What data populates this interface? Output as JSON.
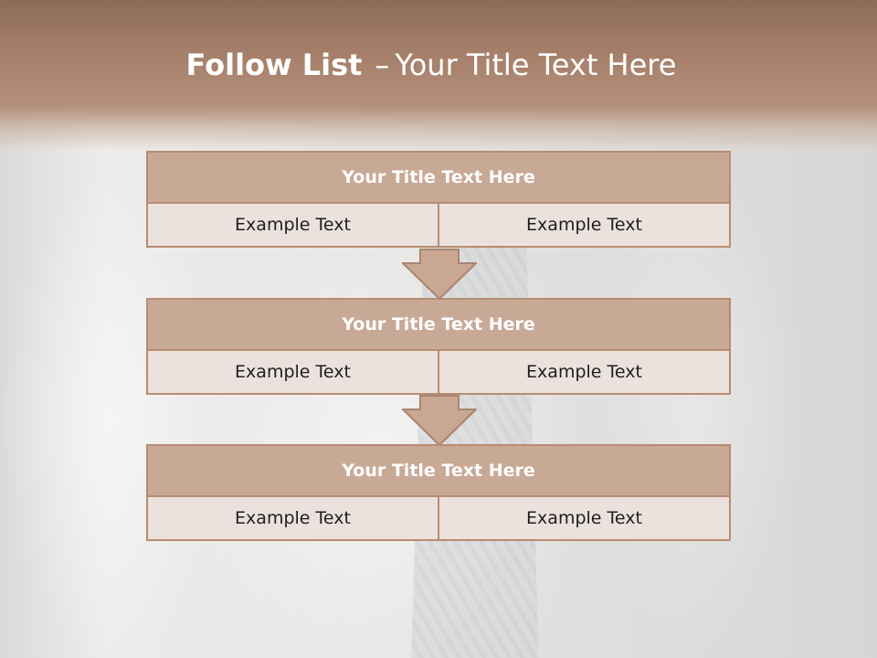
{
  "slide": {
    "title_bold": "Follow List",
    "title_dash": "–",
    "title_rest": "Your Title Text Here"
  },
  "blocks": [
    {
      "title": "Your Title Text Here",
      "cells": [
        "Example Text",
        "Example Text"
      ]
    },
    {
      "title": "Your Title Text Here",
      "cells": [
        "Example Text",
        "Example Text"
      ]
    },
    {
      "title": "Your Title Text Here",
      "cells": [
        "Example Text",
        "Example Text"
      ]
    }
  ],
  "colors": {
    "header": "#a57f69",
    "block_title": "#c8a996",
    "border": "#b68c72",
    "cell": "#ece2dd"
  }
}
